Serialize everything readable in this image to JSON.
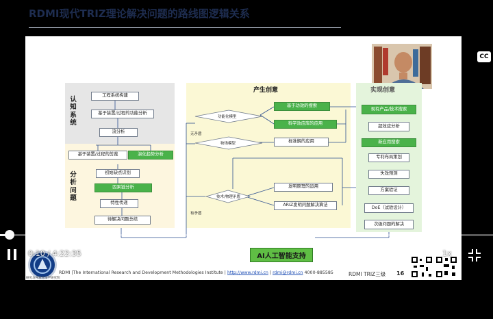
{
  "slide": {
    "title": "RDMI现代TRIZ理论解决问题的路线图逻辑关系",
    "left_panel": {
      "label_top": "认知系统",
      "label_bottom": "分析问题",
      "items": [
        "工程系统构建",
        "基于装置/过程的功能分析",
        "流分析",
        "基于装置/过程的剪裁",
        "演化趋势分析",
        "初始缺点识别",
        "因果链分析",
        "特性传递",
        "待解决问题总结"
      ]
    },
    "middle_panel": {
      "title": "产生创意",
      "nodes": [
        "功能化模型",
        "物场模型",
        "技术/物理矛盾"
      ],
      "labels": [
        "无矛盾",
        "有矛盾"
      ],
      "actions": [
        "基于功效的搜索",
        "科学效应库的应用",
        "标准解的应用",
        "发明原理的运用",
        "ARIZ发明问题解决算法"
      ]
    },
    "right_panel": {
      "title": "实现创意",
      "items": [
        "现有产品/技术搜索",
        "超效应分析",
        "新应用搜索",
        "专利布局策划",
        "失效预测",
        "方案验证",
        "DoE（试验设计）",
        "次级问题的解决"
      ]
    },
    "ai_banner": "AI人工智能支持",
    "footer": {
      "org": "RDMI |The International Research and Development Methodologies Institute |",
      "url": "http://www.rdmi.cn",
      "email": "rdmi@rdmi.cn",
      "phone": "4000-885585",
      "course": "RDMI TRIZ三级",
      "page": "16"
    },
    "logo_caption": "研究与开发方法学研究院"
  },
  "player": {
    "time": "0:10 / 4:22:35",
    "speed": "1x",
    "cc_label": "CC",
    "progress": 0.02,
    "icons": {
      "play": "pause-icon",
      "fullscreen": "fullscreen-icon"
    }
  },
  "colors": {
    "green": "#4ab24a",
    "panel_grey": "#e8e8e8",
    "panel_yellow": "#fbf8d5",
    "panel_green": "#e4f4dc"
  }
}
